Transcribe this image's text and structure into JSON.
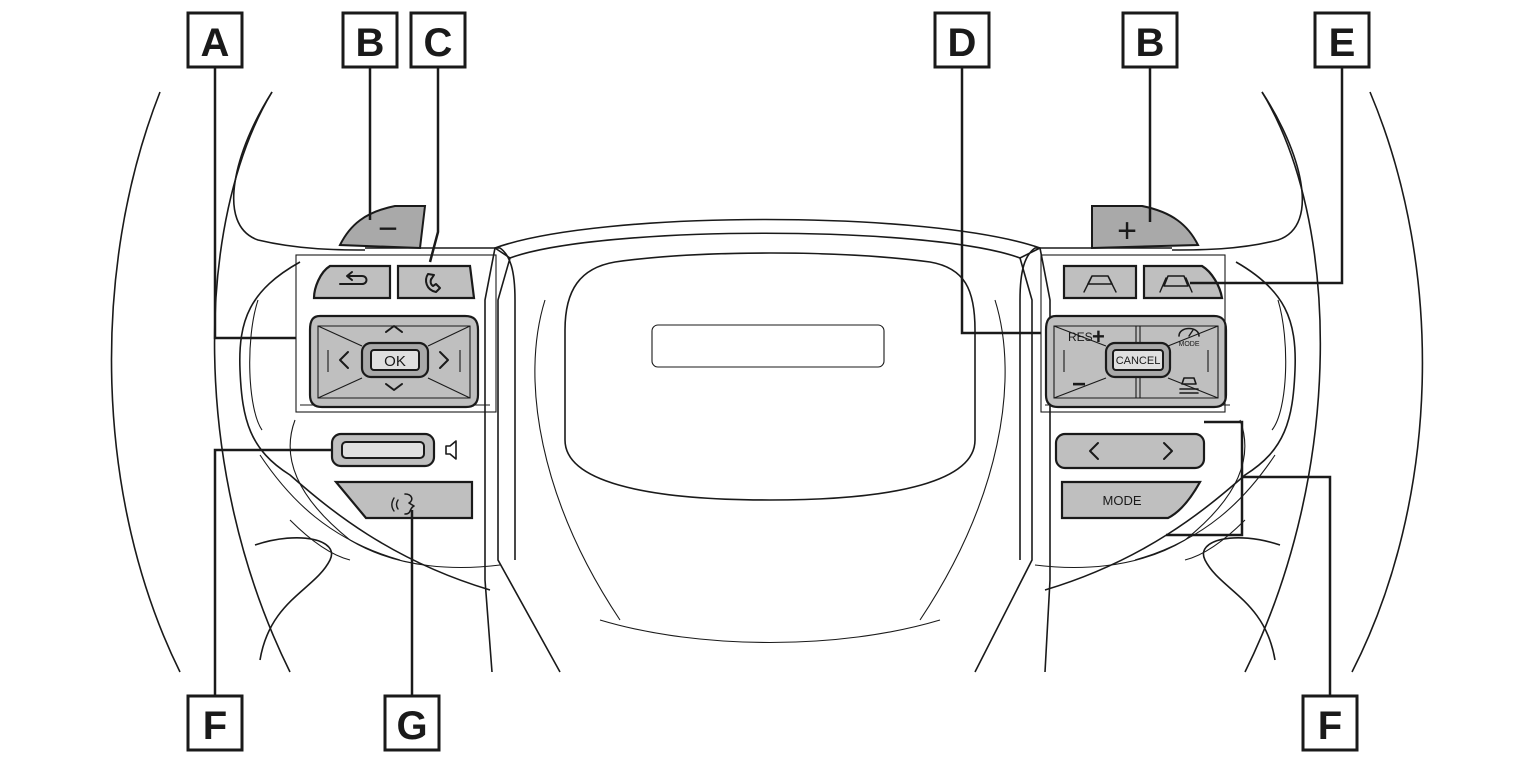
{
  "callouts": {
    "a": "A",
    "b_left": "B",
    "c": "C",
    "d": "D",
    "b_right": "B",
    "e": "E",
    "f_left": "F",
    "g": "G",
    "f_right": "F"
  },
  "paddles": {
    "left": "−",
    "right": "+"
  },
  "left_switch": {
    "ok": "OK"
  },
  "right_switch": {
    "res": "RES",
    "plus": "+",
    "minus": "−",
    "mode_small": "MODE",
    "cancel": "CANCEL",
    "mode": "MODE"
  },
  "colors": {
    "button_fill": "#bfbfbf",
    "paddle_fill": "#a9a9a9",
    "line": "#1a1a1a"
  },
  "icons": {
    "back": "back-arrow-icon",
    "phone": "phone-icon",
    "volume": "speaker-icon",
    "voice": "voice-command-icon",
    "lane": "lane-assist-icon",
    "distance": "vehicle-distance-icon",
    "speedometer": "speedometer-icon",
    "limiter": "speed-limiter-icon"
  }
}
